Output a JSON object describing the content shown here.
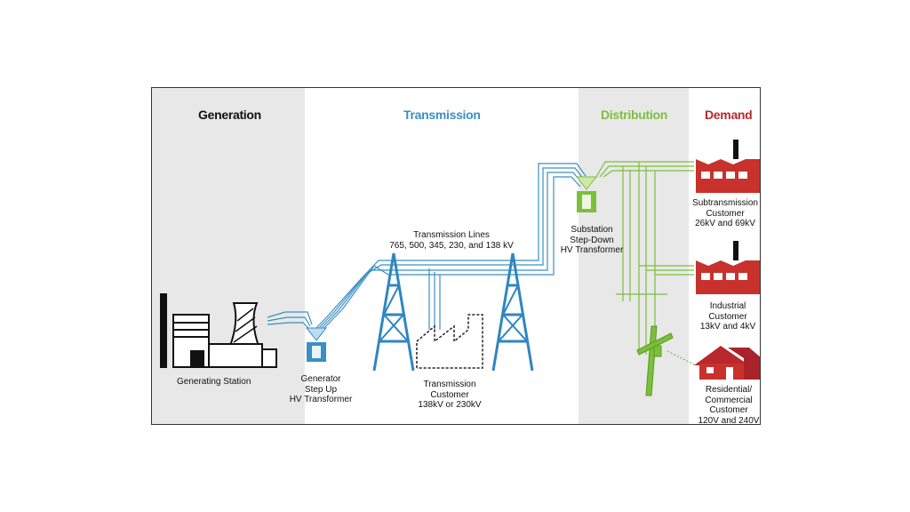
{
  "sections": {
    "generation": "Generation",
    "transmission": "Transmission",
    "distribution": "Distribution",
    "demand": "Demand"
  },
  "colors": {
    "generation": "#111111",
    "transmission": "#3a8fc4",
    "distribution": "#7cbf3a",
    "demand": "#b8282c",
    "shade": "#e8e8e8"
  },
  "labels": {
    "generating_station": "Generating Station",
    "gsu_transformer": [
      "Generator",
      "Step Up",
      "HV  Transformer"
    ],
    "transmission_lines": [
      "Transmission Lines",
      "765, 500, 345, 230, and 138 kV"
    ],
    "transmission_customer": [
      "Transmission",
      "Customer",
      "138kV or 230kV"
    ],
    "substation": [
      "Substation",
      "Step-Down",
      "HV Transformer"
    ],
    "subtransmission_customer": [
      "Subtransmission",
      "Customer",
      "26kV and 69kV"
    ],
    "industrial_customer": [
      "Industrial",
      "Customer",
      "13kV and 4kV"
    ],
    "residential_customer": [
      "Residential/",
      "Commercial",
      "Customer",
      "120V and 240V"
    ]
  }
}
